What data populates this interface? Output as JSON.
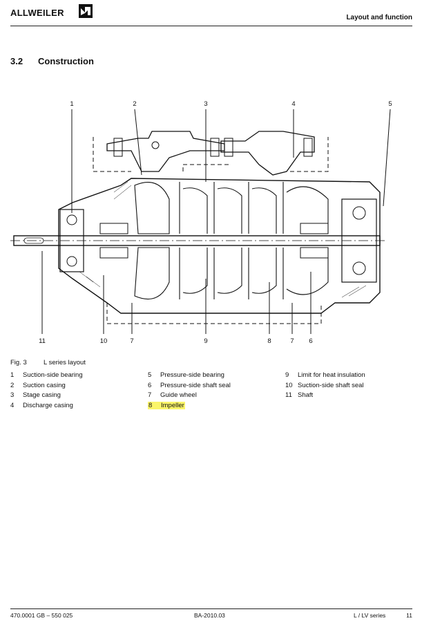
{
  "header": {
    "brand": "ALLWEILER",
    "section_label": "Layout and function"
  },
  "section": {
    "number": "3.2",
    "title": "Construction"
  },
  "callouts": {
    "top": [
      "1",
      "2",
      "3",
      "4",
      "5"
    ],
    "bottom": [
      "11",
      "10",
      "7",
      "9",
      "8",
      "7",
      "6"
    ]
  },
  "figure": {
    "number": "Fig. 3",
    "caption": "L series layout"
  },
  "legend": [
    [
      {
        "n": "1",
        "label": "Suction-side bearing"
      },
      {
        "n": "2",
        "label": "Suction casing"
      },
      {
        "n": "3",
        "label": "Stage casing"
      },
      {
        "n": "4",
        "label": "Discharge casing"
      }
    ],
    [
      {
        "n": "5",
        "label": "Pressure-side bearing"
      },
      {
        "n": "6",
        "label": "Pressure-side shaft seal"
      },
      {
        "n": "7",
        "label": "Guide wheel"
      },
      {
        "n": "8",
        "label": "Impeller",
        "highlight": true
      }
    ],
    [
      {
        "n": "9",
        "label": "Limit for heat insulation"
      },
      {
        "n": "10",
        "label": "Suction-side shaft seal"
      },
      {
        "n": "11",
        "label": "Shaft"
      }
    ]
  ],
  "footer": {
    "doc_number": "470.0001 GB – 550 025",
    "revision": "BA-2010.03",
    "series": "L / LV series",
    "page": "11"
  },
  "colors": {
    "highlight": "#fbf56a",
    "line": "#111111"
  }
}
